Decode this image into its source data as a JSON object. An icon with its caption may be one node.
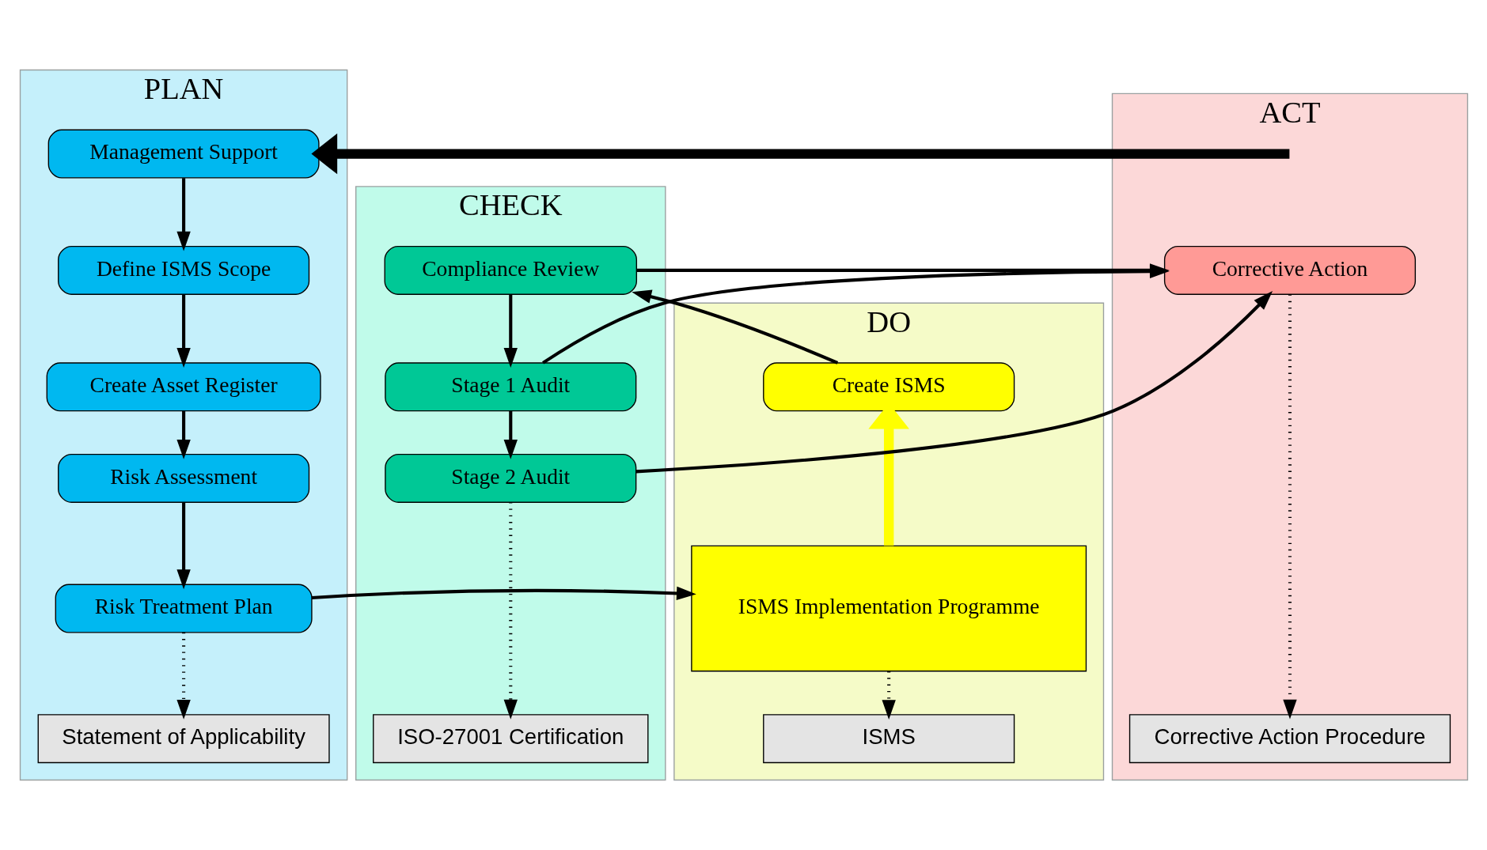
{
  "diagram": {
    "nodes": [
      {
        "text": [
          "PLAN"
        ]
      },
      {
        "text": [
          "Management Support"
        ],
        "in": 0
      },
      {
        "text": [
          "Define ISMS Scope"
        ],
        "in": 0
      },
      {
        "text": [
          "Create Asset Register"
        ],
        "in": 0
      },
      {
        "text": [
          "Risk Assessment"
        ],
        "in": 0
      },
      {
        "text": [
          "Risk Treatment Plan"
        ],
        "in": 0
      },
      {
        "text": [
          "Statement of Applicability"
        ],
        "in": 0
      },
      {
        "text": [
          "DO"
        ]
      },
      {
        "text": [
          "Create ISMS"
        ],
        "in": 7
      },
      {
        "text": [
          "ISMS Implementation Programme"
        ],
        "in": 7
      },
      {
        "text": [
          "ISMS"
        ],
        "in": 7
      },
      {
        "text": [
          "CHECK"
        ]
      },
      {
        "text": [
          "Compliance Review"
        ],
        "in": 11
      },
      {
        "text": [
          "Stage 1 Audit"
        ],
        "in": 11
      },
      {
        "text": [
          "Stage 2 Audit"
        ],
        "in": 11
      },
      {
        "text": [
          "ISO-27001 Certification"
        ],
        "in": 11
      },
      {
        "text": [
          "ACT"
        ]
      },
      {
        "text": [
          "Corrective Action"
        ],
        "in": 16
      },
      {
        "text": [
          "Corrective Action Procedure"
        ],
        "in": 16
      }
    ],
    "edges": [
      {
        "from": null,
        "to": 1,
        "arrow": "to",
        "style": "thick"
      },
      {
        "from": 1,
        "to": 2,
        "arrow": "to"
      },
      {
        "from": 2,
        "to": 3,
        "arrow": "to"
      },
      {
        "from": 3,
        "to": 4,
        "arrow": "to"
      },
      {
        "from": 4,
        "to": 5,
        "arrow": "to"
      },
      {
        "from": 5,
        "to": 6,
        "arrow": "to",
        "style": "dashed"
      },
      {
        "from": 5,
        "to": 9,
        "arrow": "to"
      },
      {
        "from": 9,
        "to": 8,
        "arrow": "to",
        "style": "thick",
        "color": "#ffff00"
      },
      {
        "from": 9,
        "to": 10,
        "arrow": "to",
        "style": "dashed"
      },
      {
        "from": 8,
        "to": 12,
        "arrow": "to"
      },
      {
        "from": 12,
        "to": 17,
        "arrow": "to"
      },
      {
        "from": 12,
        "to": 13,
        "arrow": "to"
      },
      {
        "from": 13,
        "to": 14,
        "arrow": "to"
      },
      {
        "from": 13,
        "to": 17,
        "arrow": "to"
      },
      {
        "from": 14,
        "to": 17,
        "arrow": "to"
      },
      {
        "from": 14,
        "to": 15,
        "arrow": "to",
        "style": "dashed"
      },
      {
        "from": 17,
        "to": 18,
        "arrow": "to",
        "style": "dashed"
      }
    ]
  }
}
